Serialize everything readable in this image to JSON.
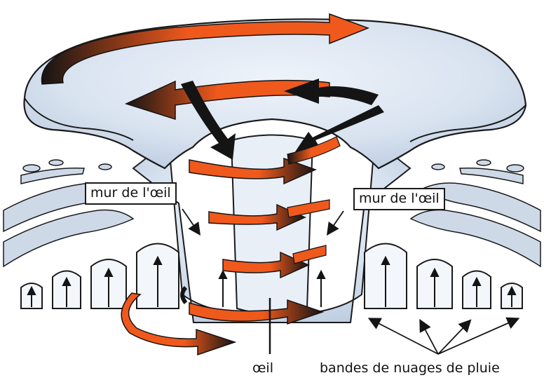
{
  "labels": {
    "eyewall_left": "mur de l'œil",
    "eyewall_right": "mur de l'œil",
    "eye": "œil",
    "rain_bands": "bandes de nuages de pluie"
  },
  "colors": {
    "cloud_fill": "#dfe7f2",
    "cloud_shade": "#b9c8dd",
    "outline": "#1a1a1a",
    "wind_orange": "#f0591c",
    "arrow_black": "#141414"
  },
  "icons": [
    "circulation-arrow-icon",
    "updraft-arrow-icon",
    "pointer-arrow-icon"
  ]
}
